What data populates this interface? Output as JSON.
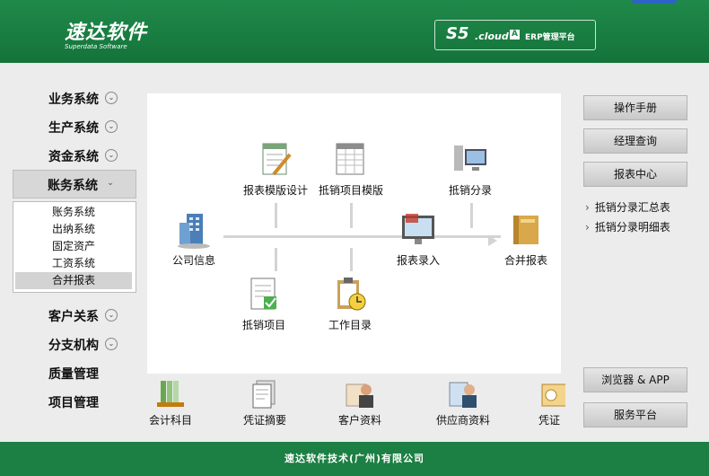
{
  "header": {
    "logo_cn": "速达软件",
    "logo_en": "Superdata Software",
    "product_big": "S5",
    "product_cloud": ".cloud",
    "product_box": "A",
    "product_erp": "ERP管理平台"
  },
  "leftnav": {
    "items": [
      {
        "label": "业务系统",
        "chev": "⌄"
      },
      {
        "label": "生产系统",
        "chev": "⌄"
      },
      {
        "label": "资金系统",
        "chev": "⌄"
      },
      {
        "label": "账务系统",
        "chev": "⌄"
      },
      {
        "label": "客户关系",
        "chev": "⌄"
      },
      {
        "label": "分支机构",
        "chev": "⌄"
      },
      {
        "label": "质量管理"
      },
      {
        "label": "项目管理"
      }
    ],
    "submenu": [
      "账务系统",
      "出纳系统",
      "固定资产",
      "工资系统",
      "合并报表"
    ]
  },
  "flow": {
    "company": "公司信息",
    "report_template_design": "报表模版设计",
    "offset_item_template": "抵销项目模版",
    "offset_entry": "抵销分录",
    "report_input": "报表录入",
    "consolidated_report": "合并报表",
    "offset_item": "抵销项目",
    "work_catalog": "工作目录"
  },
  "right": {
    "manual": "操作手册",
    "manager_query": "经理查询",
    "report_center": "报表中心",
    "link1": "抵销分录汇总表",
    "link2": "抵销分录明细表",
    "browser_app": "浏览器 & APP",
    "service_platform": "服务平台",
    "link_arrow": "›"
  },
  "bottom": [
    "会计科目",
    "凭证摘要",
    "客户资料",
    "供应商资料",
    "凭证"
  ],
  "footer": "速达软件技术(广州)有限公司",
  "colors": {
    "brand_green": "#1c7f43"
  }
}
